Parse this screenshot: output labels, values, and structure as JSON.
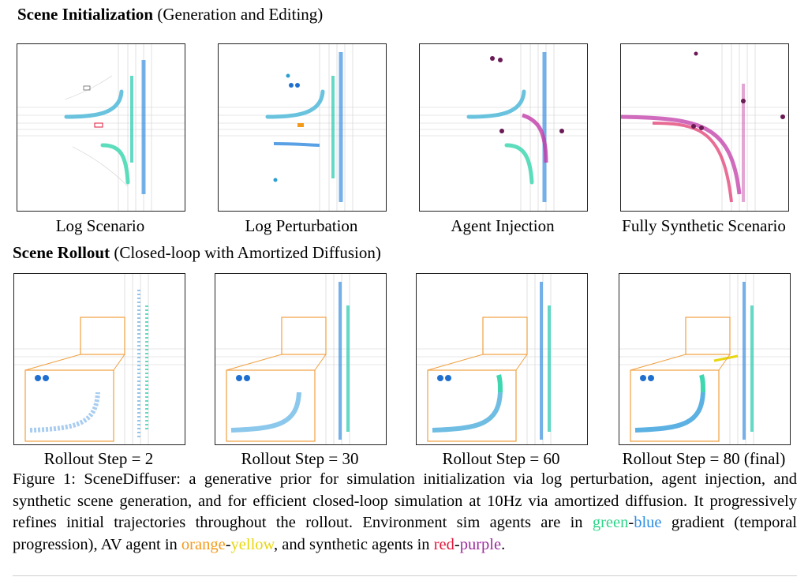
{
  "section1": {
    "title_bold": "Scene Initialization",
    "title_rest": " (Generation and Editing)",
    "panels": [
      {
        "label": "Log Scenario",
        "agent_gradient": "green-blue"
      },
      {
        "label": "Log Perturbation",
        "agent_gradient": "green-blue"
      },
      {
        "label": "Agent Injection",
        "agent_gradient": "green-blue + red-purple"
      },
      {
        "label": "Fully Synthetic Scenario",
        "agent_gradient": "red-purple"
      }
    ]
  },
  "section2": {
    "title_bold": "Scene Rollout",
    "title_rest": " (Closed-loop with Amortized Diffusion)",
    "panels": [
      {
        "label": "Rollout Step = 2"
      },
      {
        "label": "Rollout Step = 30"
      },
      {
        "label": "Rollout Step = 60"
      },
      {
        "label": "Rollout Step = 80 (final)"
      }
    ]
  },
  "caption": {
    "part1": "Figure 1: SceneDiffuser: a generative prior for simulation initialization via log perturbation, agent injection, and synthetic scene generation, and for efficient closed-loop simulation at 10Hz via amortized diffusion. It progressively refines initial trajectories throughout the rollout. Environment sim agents are in ",
    "green": "green",
    "dash1": "-",
    "blue": "blue",
    "part2": " gradient (temporal progression), AV agent in ",
    "orange": "orange",
    "dash2": "-",
    "yellow": "yellow",
    "part3": ", and synthetic agents in ",
    "red": "red",
    "dash3": "-",
    "purple": "purple",
    "part4": "."
  },
  "colors": {
    "sim_green": "#3ee0a6",
    "sim_blue": "#2f86e0",
    "av_orange": "#f39a1b",
    "av_yellow": "#e8d60e",
    "syn_red": "#e0173a",
    "syn_purple": "#b03aa8",
    "zoom_box": "#f0a040",
    "road_lines": "#c8c8c8"
  }
}
